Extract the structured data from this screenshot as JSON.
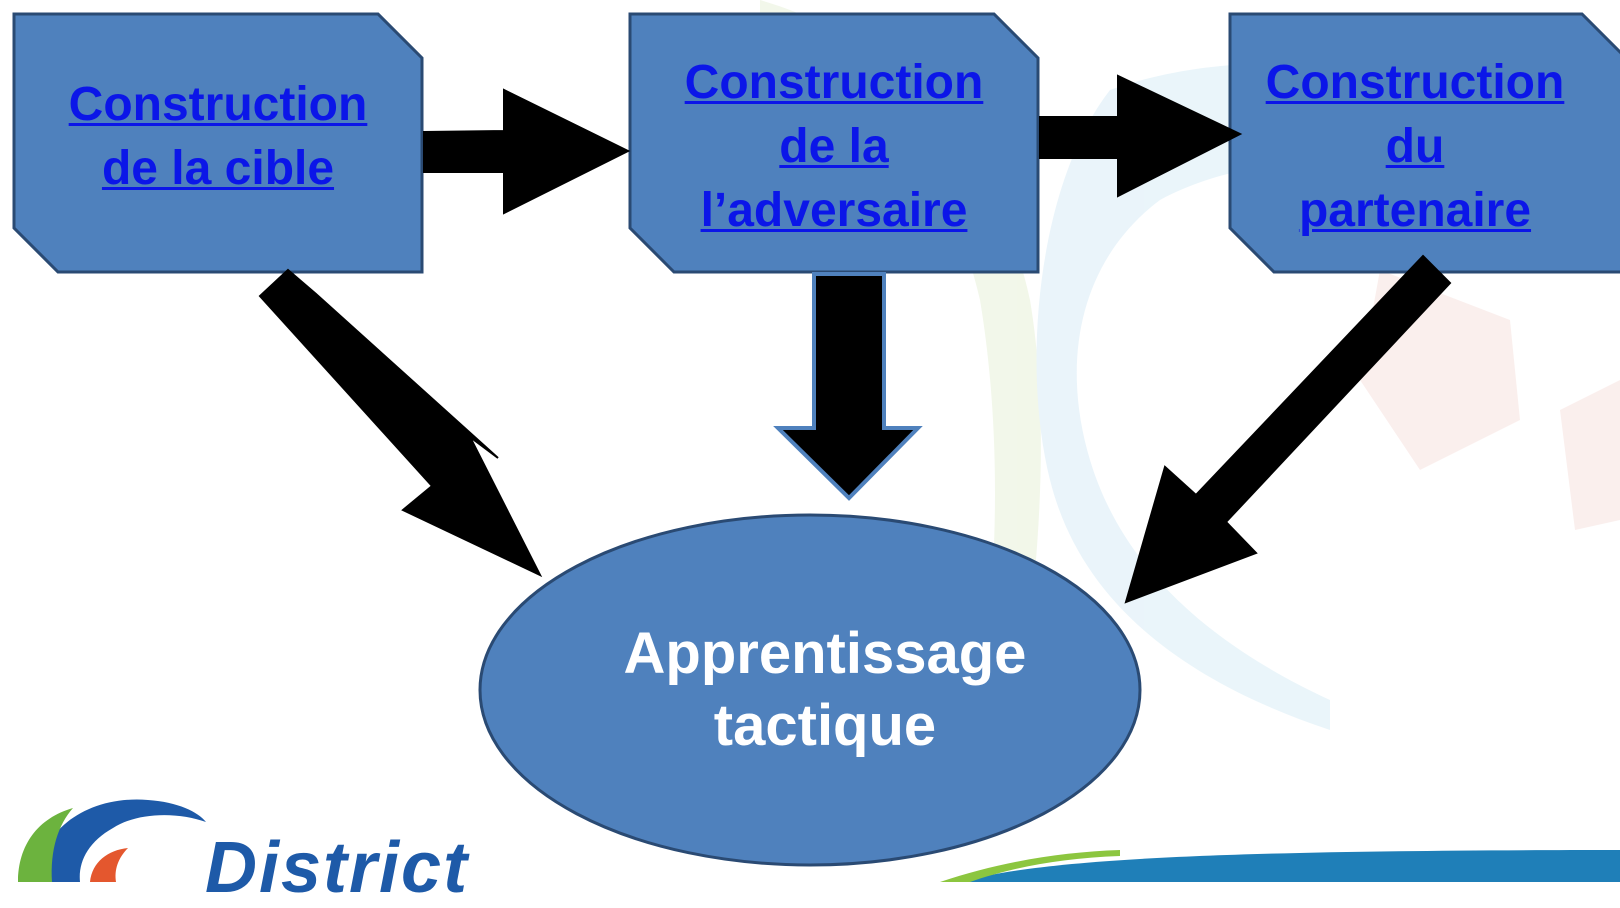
{
  "diagram": {
    "nodes": [
      {
        "id": "cible",
        "label": "Construction de la cible",
        "lines": [
          "Construction",
          "de la cible"
        ],
        "link": true
      },
      {
        "id": "adversaire",
        "label": "Construction de la l’adversaire",
        "lines": [
          "Construction",
          "de la",
          "l’adversaire"
        ],
        "link": true
      },
      {
        "id": "partenaire",
        "label": "Construction du partenaire",
        "lines": [
          "Construction",
          "du",
          "partenaire"
        ],
        "link": true
      },
      {
        "id": "apprentissage",
        "label": "Apprentissage tactique",
        "lines": [
          "Apprentissage",
          "tactique"
        ],
        "link": false
      }
    ],
    "edges": [
      {
        "from": "cible",
        "to": "adversaire"
      },
      {
        "from": "adversaire",
        "to": "partenaire"
      },
      {
        "from": "cible",
        "to": "apprentissage"
      },
      {
        "from": "adversaire",
        "to": "apprentissage"
      },
      {
        "from": "partenaire",
        "to": "apprentissage"
      }
    ]
  },
  "footer": {
    "logo_text": "District"
  },
  "colors": {
    "box_fill": "#4f81bd",
    "box_stroke": "#2a4a73",
    "link_text": "#0b16e8",
    "center_text": "#ffffff",
    "arrow": "#000000",
    "logo_blue": "#1e5aa8",
    "logo_green": "#6cb33e"
  }
}
